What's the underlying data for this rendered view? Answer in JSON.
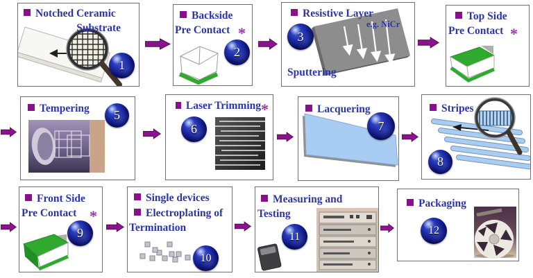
{
  "colors": {
    "text_blue": "#2c35a8",
    "bullet_purple": "#8a0f8a",
    "asterisk_purple": "#9933aa",
    "arrow_fill": "#8a1390",
    "arrow_outline": "#4d0744",
    "green_contact": "#2faa2f",
    "stripe_blue": "#a9cdf0",
    "resistive_gray": "#8d8d8d"
  },
  "steps": [
    {
      "number": "1",
      "line1": "Notched Ceramic",
      "line2": "Substrate"
    },
    {
      "number": "2",
      "line1": "Backside",
      "line2": "Pre Contact",
      "asterisk": "*"
    },
    {
      "number": "3",
      "line1": "Resistive Layer",
      "note": "e.g. NiCr",
      "caption": "Sputtering"
    },
    {
      "line1": "Top Side",
      "line2": "Pre Contact",
      "asterisk": "*"
    },
    {
      "number": "5",
      "line1": "Tempering"
    },
    {
      "number": "6",
      "line1": "Laser Trimming",
      "asterisk": "*"
    },
    {
      "number": "7",
      "line1": "Lacquering"
    },
    {
      "number": "8",
      "line1": "Stripes"
    },
    {
      "number": "9",
      "line1": "Front Side",
      "line2": "Pre Contact",
      "asterisk": "*"
    },
    {
      "number": "10",
      "line1": "Single devices",
      "line2": "Electroplating of",
      "line3": "Termination"
    },
    {
      "number": "11",
      "line1": "Measuring and",
      "line2": "Testing"
    },
    {
      "number": "12",
      "line1": "Packaging"
    }
  ]
}
